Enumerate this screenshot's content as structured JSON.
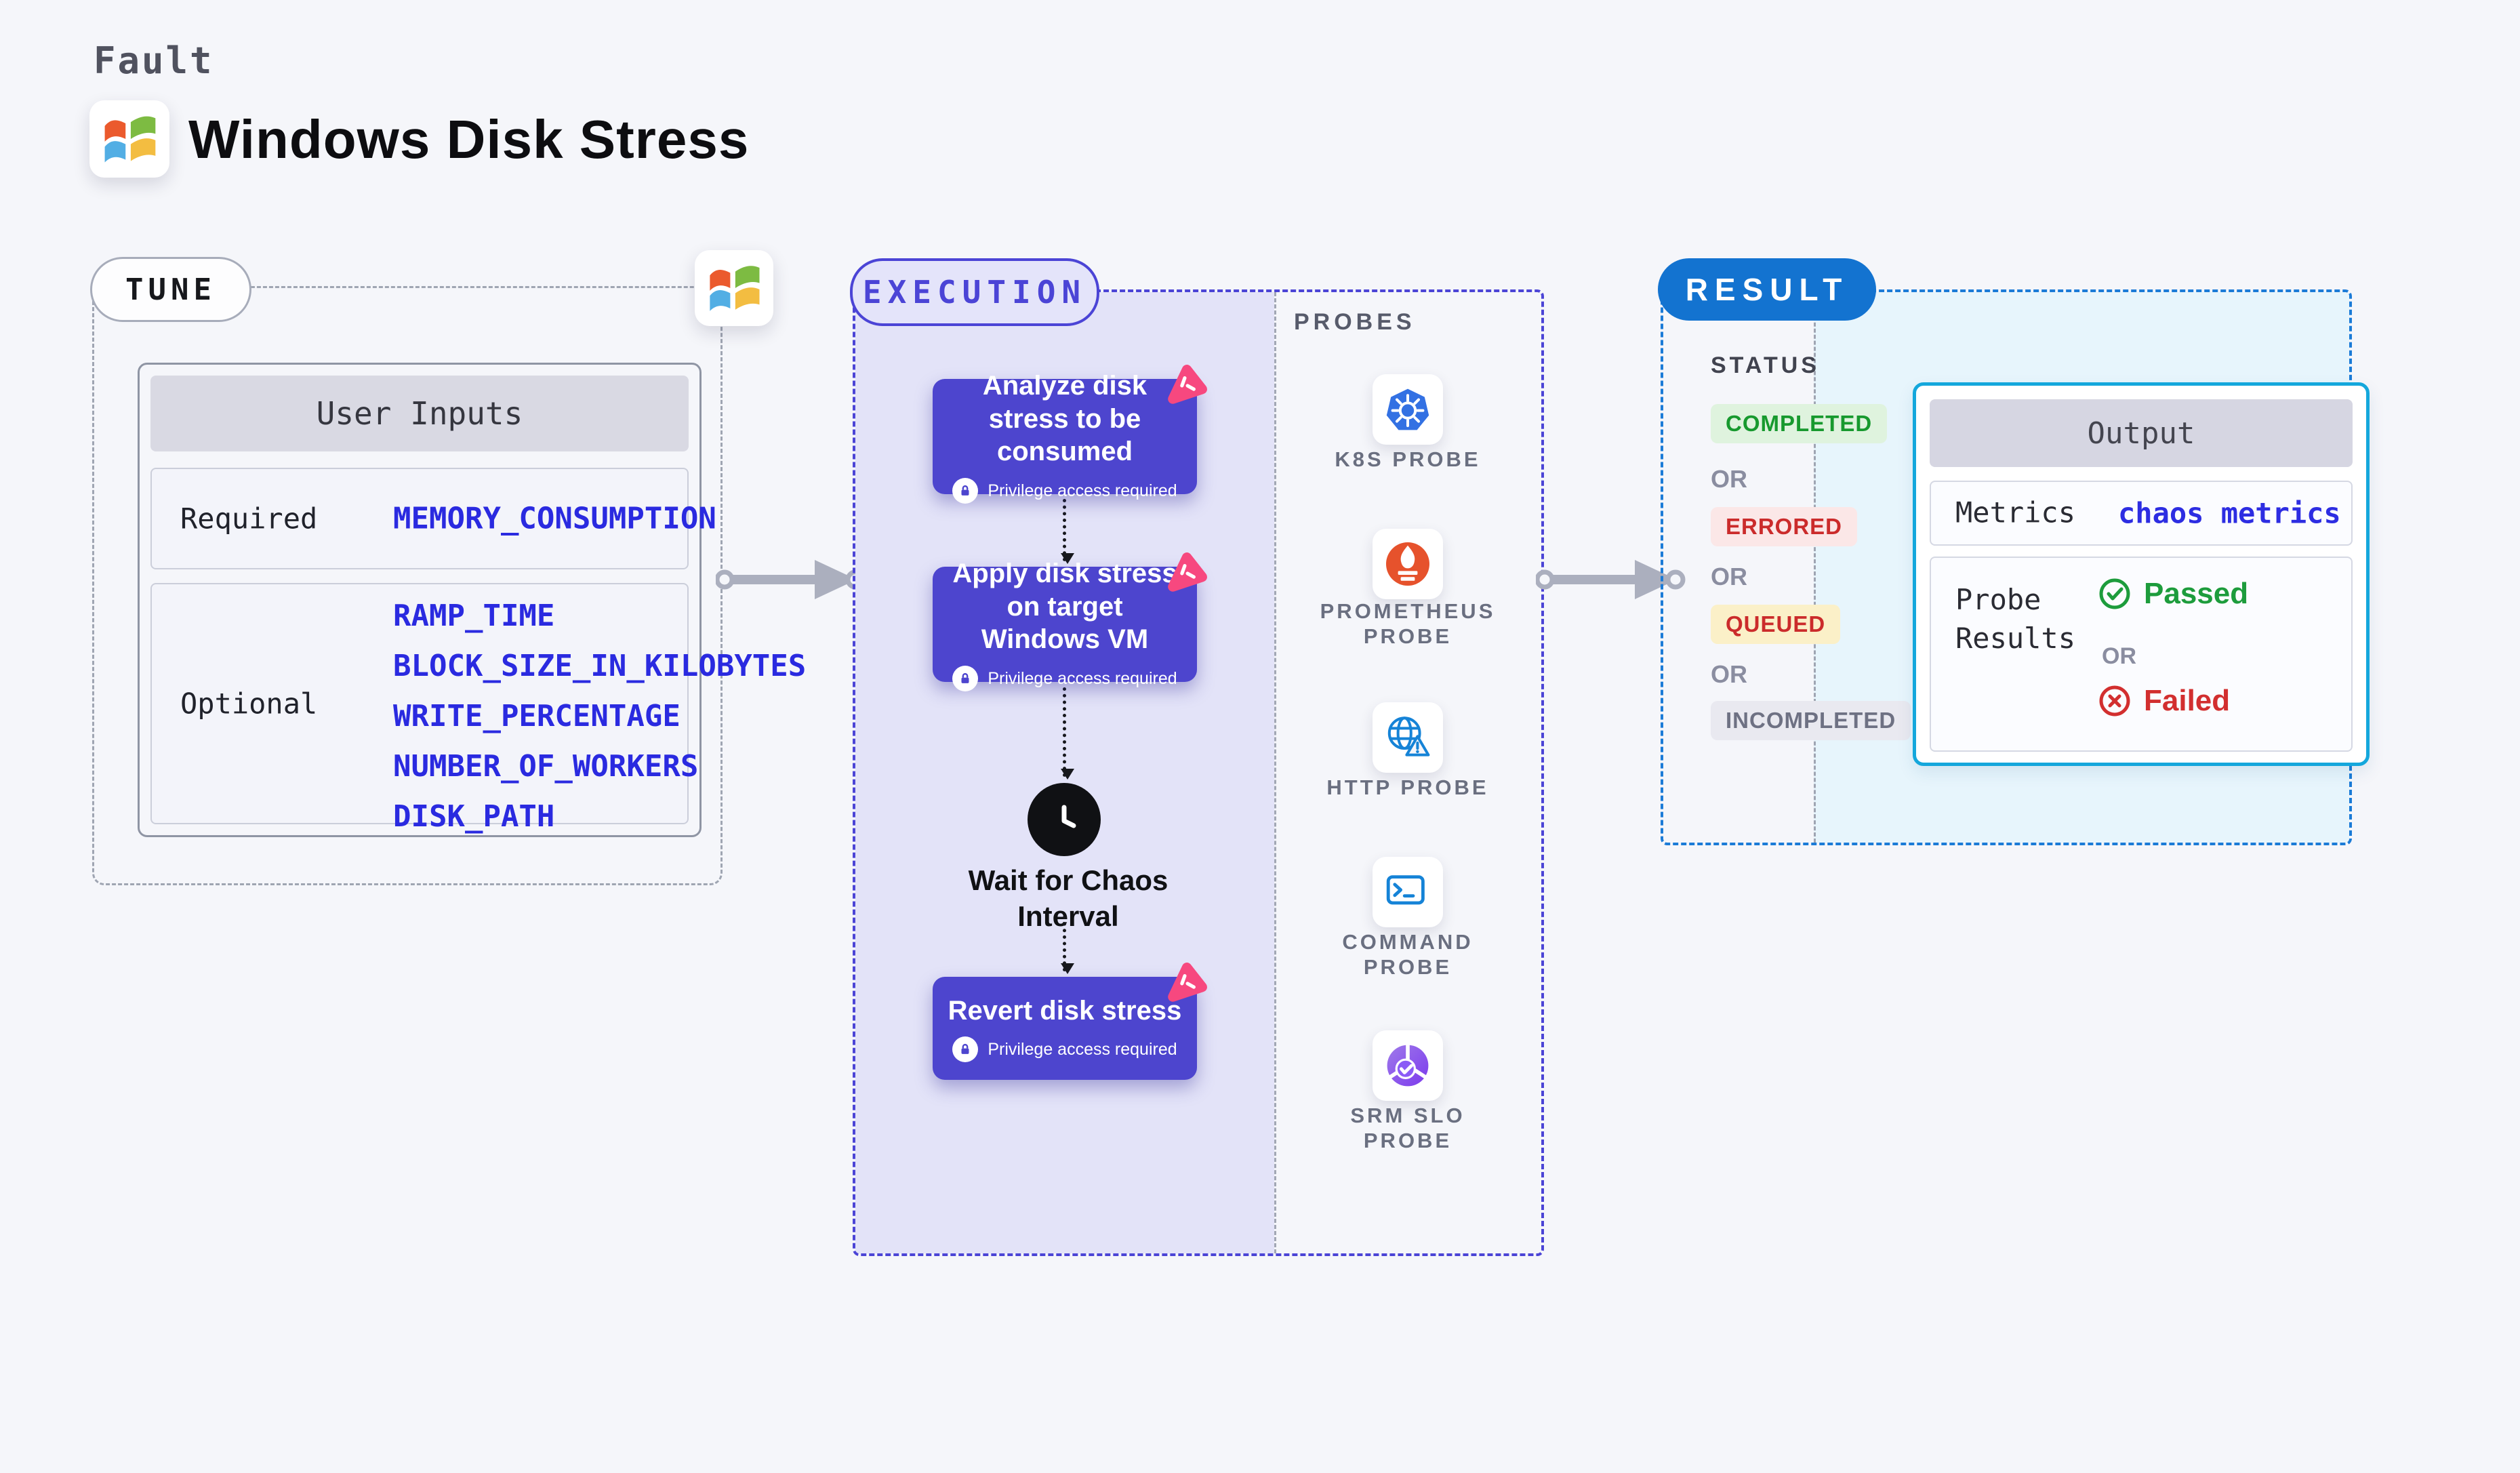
{
  "page": {
    "kind_label": "Fault",
    "title": "Windows Disk Stress"
  },
  "colors": {
    "page_bg": "#F5F6FA",
    "indigo_accent": "#4B44D6",
    "step_purple": "#4D45CE",
    "exec_fill": "#E3E3F8",
    "result_blue": "#1373D0",
    "result_dash": "#1B7BD7",
    "output_cyan_border": "#14A7DC",
    "output_fill": "#E7F5FC",
    "input_blue": "#2A2AE0",
    "passed_green": "#1D9C3C",
    "failed_red": "#D22F2F",
    "chaos_pink": "#F7487F",
    "completed_bg": "#DFF3DE",
    "errored_bg": "#FBE7E7",
    "queued_bg": "#FBF0C8",
    "incompleted_bg": "#E9E9F0"
  },
  "tune": {
    "badge": "TUNE",
    "table_title": "User Inputs",
    "required_label": "Required",
    "required_value": "MEMORY_CONSUMPTION",
    "optional_label": "Optional",
    "optional_items": [
      "RAMP_TIME",
      "BLOCK_SIZE_IN_KILOBYTES",
      "WRITE_PERCENTAGE",
      "NUMBER_OF_WORKERS",
      "DISK_PATH"
    ]
  },
  "execution": {
    "badge": "EXECUTION",
    "steps": [
      {
        "title": "Analyze disk stress to be consumed",
        "privilege": "Privilege access required"
      },
      {
        "title": "Apply disk stress on target Windows VM",
        "privilege": "Privilege access required"
      },
      {
        "title": "Revert disk stress",
        "privilege": "Privilege access required"
      }
    ],
    "wait_label": "Wait for Chaos Interval",
    "probes": {
      "heading": "PROBES",
      "items": [
        {
          "label": "K8S PROBE",
          "icon": "kubernetes-icon"
        },
        {
          "label": "PROMETHEUS PROBE",
          "icon": "prometheus-icon"
        },
        {
          "label": "HTTP PROBE",
          "icon": "http-globe-warning-icon"
        },
        {
          "label": "COMMAND PROBE",
          "icon": "terminal-icon"
        },
        {
          "label": "SRM SLO PROBE",
          "icon": "slo-donut-check-icon"
        }
      ]
    }
  },
  "result": {
    "badge": "RESULT",
    "status_heading": "STATUS",
    "or_label": "OR",
    "statuses": [
      {
        "label": "COMPLETED",
        "fg": "#17992E",
        "bg": "#DFF3DE"
      },
      {
        "label": "ERRORED",
        "fg": "#CB2B2B",
        "bg": "#FBE7E7"
      },
      {
        "label": "QUEUED",
        "fg": "#CB2B2B",
        "bg": "#FBF0C8"
      },
      {
        "label": "INCOMPLETED",
        "fg": "#6E7183",
        "bg": "#E9E9F0"
      }
    ],
    "output": {
      "title": "Output",
      "metrics_label": "Metrics",
      "metrics_value": "chaos metrics",
      "probe_results_label": "Probe Results",
      "passed_label": "Passed",
      "failed_label": "Failed"
    }
  }
}
